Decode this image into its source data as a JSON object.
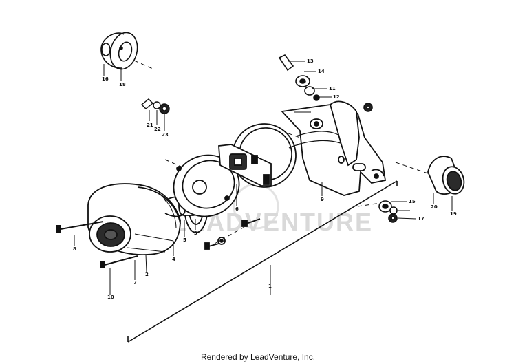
{
  "diagram": {
    "callouts": [
      "1",
      "2",
      "3",
      "4",
      "5",
      "6",
      "7",
      "8",
      "9",
      "10",
      "11",
      "12",
      "13",
      "14",
      "15",
      "16",
      "17",
      "18",
      "19",
      "20",
      "21",
      "22",
      "23"
    ],
    "watermark": "LEADVENTURE"
  },
  "footer": {
    "credit": "Rendered by LeadVenture, Inc."
  },
  "colors": {
    "ink": "#111111",
    "watermark": "#d9d9d9",
    "background": "#ffffff"
  }
}
